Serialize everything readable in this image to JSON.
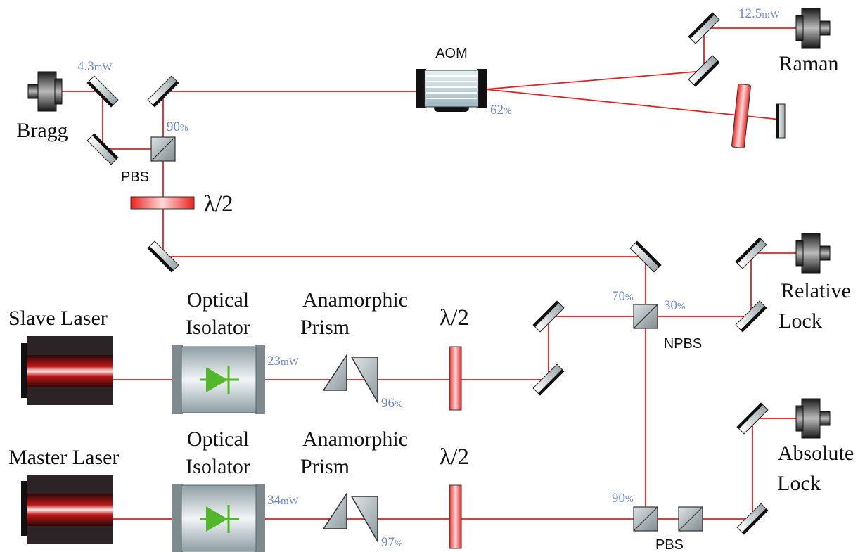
{
  "colors": {
    "beam": "#e02020",
    "power_text": "#6d88d6",
    "mirror": "#111111",
    "waveplate": "#e8231f"
  },
  "labels": {
    "slave_laser": "Slave Laser",
    "master_laser": "Master Laser",
    "optical_isolator_1": "Optical",
    "optical_isolator_2": "Isolator",
    "anamorphic_1": "Anamorphic",
    "anamorphic_2": "Prism",
    "half_wave": "λ/2",
    "aom": "AOM",
    "pbs": "PBS",
    "npbs": "NPBS",
    "bragg": "Bragg",
    "raman": "Raman",
    "relative_lock_1": "Relative",
    "relative_lock_2": "Lock",
    "absolute_lock_1": "Absolute",
    "absolute_lock_2": "Lock"
  },
  "values": {
    "bragg_power_num": "4.3",
    "bragg_power_unit": "mW",
    "raman_power_num": "12.5",
    "raman_power_unit": "mW",
    "pbs_top_pct_num": "90",
    "aom_eff_num": "62",
    "slave_power_num": "23",
    "slave_power_unit": "mW",
    "master_power_num": "34",
    "master_power_unit": "mW",
    "slave_prism_num": "96",
    "master_prism_num": "97",
    "npbs_left_num": "70",
    "npbs_right_num": "30",
    "pbs_bottom_num": "90",
    "percent": "%"
  },
  "icons": [
    "laser-icon",
    "isolator-icon",
    "prism-icon",
    "waveplate-icon",
    "mirror-icon",
    "beamsplitter-icon",
    "photodiode-icon",
    "aom-icon"
  ]
}
